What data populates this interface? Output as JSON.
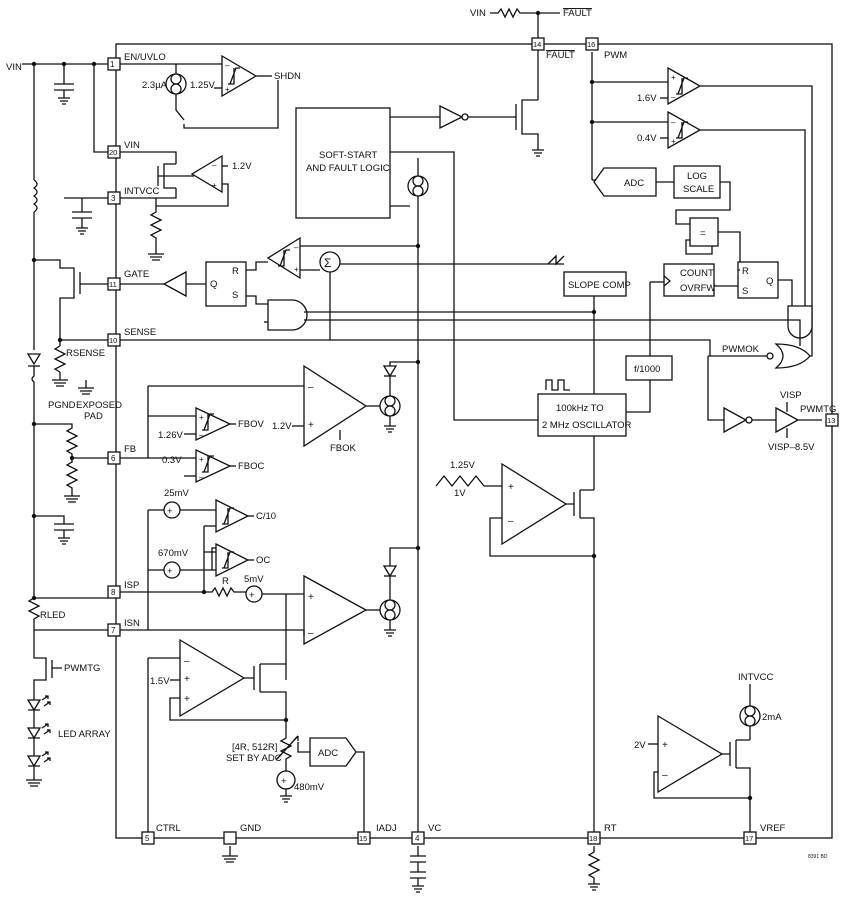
{
  "signals": {
    "vin_top": "VIN",
    "fault_top": "FAULT",
    "vin_left": "VIN",
    "pwmtg_out": "PWMTG",
    "pwmtg_switch": "PWMTG",
    "intvcc_top": "INTVCC",
    "pwmok": "PWMOK",
    "vc": "VC"
  },
  "pins": [
    {
      "num": "1",
      "label": "EN/UVLO"
    },
    {
      "num": "20",
      "label": "VIN"
    },
    {
      "num": "3",
      "label": "INTVCC"
    },
    {
      "num": "11",
      "label": "GATE"
    },
    {
      "num": "10",
      "label": "SENSE"
    },
    {
      "num": "6",
      "label": "FB"
    },
    {
      "num": "8",
      "label": "ISP"
    },
    {
      "num": "7",
      "label": "ISN"
    },
    {
      "num": "5",
      "label": "CTRL"
    },
    {
      "num": "",
      "label": "GND"
    },
    {
      "num": "15",
      "label": "IADJ"
    },
    {
      "num": "4",
      "label": "VC"
    },
    {
      "num": "18",
      "label": "RT"
    },
    {
      "num": "17",
      "label": "VREF"
    },
    {
      "num": "14",
      "label": "FAULT"
    },
    {
      "num": "16",
      "label": "PWM"
    },
    {
      "num": "13",
      "label": "PWMTG"
    }
  ],
  "blocks": {
    "softstart_line1": "SOFT-START",
    "softstart_line2": "AND FAULT LOGIC",
    "adc": "ADC",
    "log_line1": "LOG",
    "log_line2": "SCALE",
    "equal": "=",
    "count_line1": "COUNT",
    "count_line2": "OVRFW",
    "slope": "SLOPE COMP",
    "div": "f/1000",
    "osc_line1": "100kHz TO",
    "osc_line2": "2 MHz OSCILLATOR",
    "adc2": "ADC",
    "latch_r": "R",
    "latch_s": "S",
    "latch_q": "Q"
  },
  "labels": {
    "shdn": "SHDN",
    "i23": "2.3µA",
    "v125a": "1.25V",
    "v12": "1.2V",
    "v16": "1.6V",
    "v04": "0.4V",
    "visp": "VISP",
    "visp85": "VISP–8.5V",
    "fbov": "FBOV",
    "fboc": "FBOC",
    "v126": "1.26V",
    "v03": "0.3V",
    "v12b": "1.2V",
    "fbok": "FBOK",
    "v125b": "1.25V",
    "v1": "1V",
    "mv25": "25mV",
    "c10": "C/10",
    "mv670": "670mV",
    "oc": "OC",
    "r": "R",
    "mv5": "5mV",
    "v15": "1.5V",
    "range_line1": "[4R, 512R]",
    "range_line2": "SET BY ADC",
    "mv480": "480mV",
    "v2": "2V",
    "ma2": "2mA",
    "rsense": "RSENSE",
    "pgnd": "PGND",
    "exposed_line1": "EXPOSED",
    "exposed_line2": "PAD",
    "rled": "RLED",
    "led_array": "LED ARRAY",
    "code": "8391 BD"
  }
}
